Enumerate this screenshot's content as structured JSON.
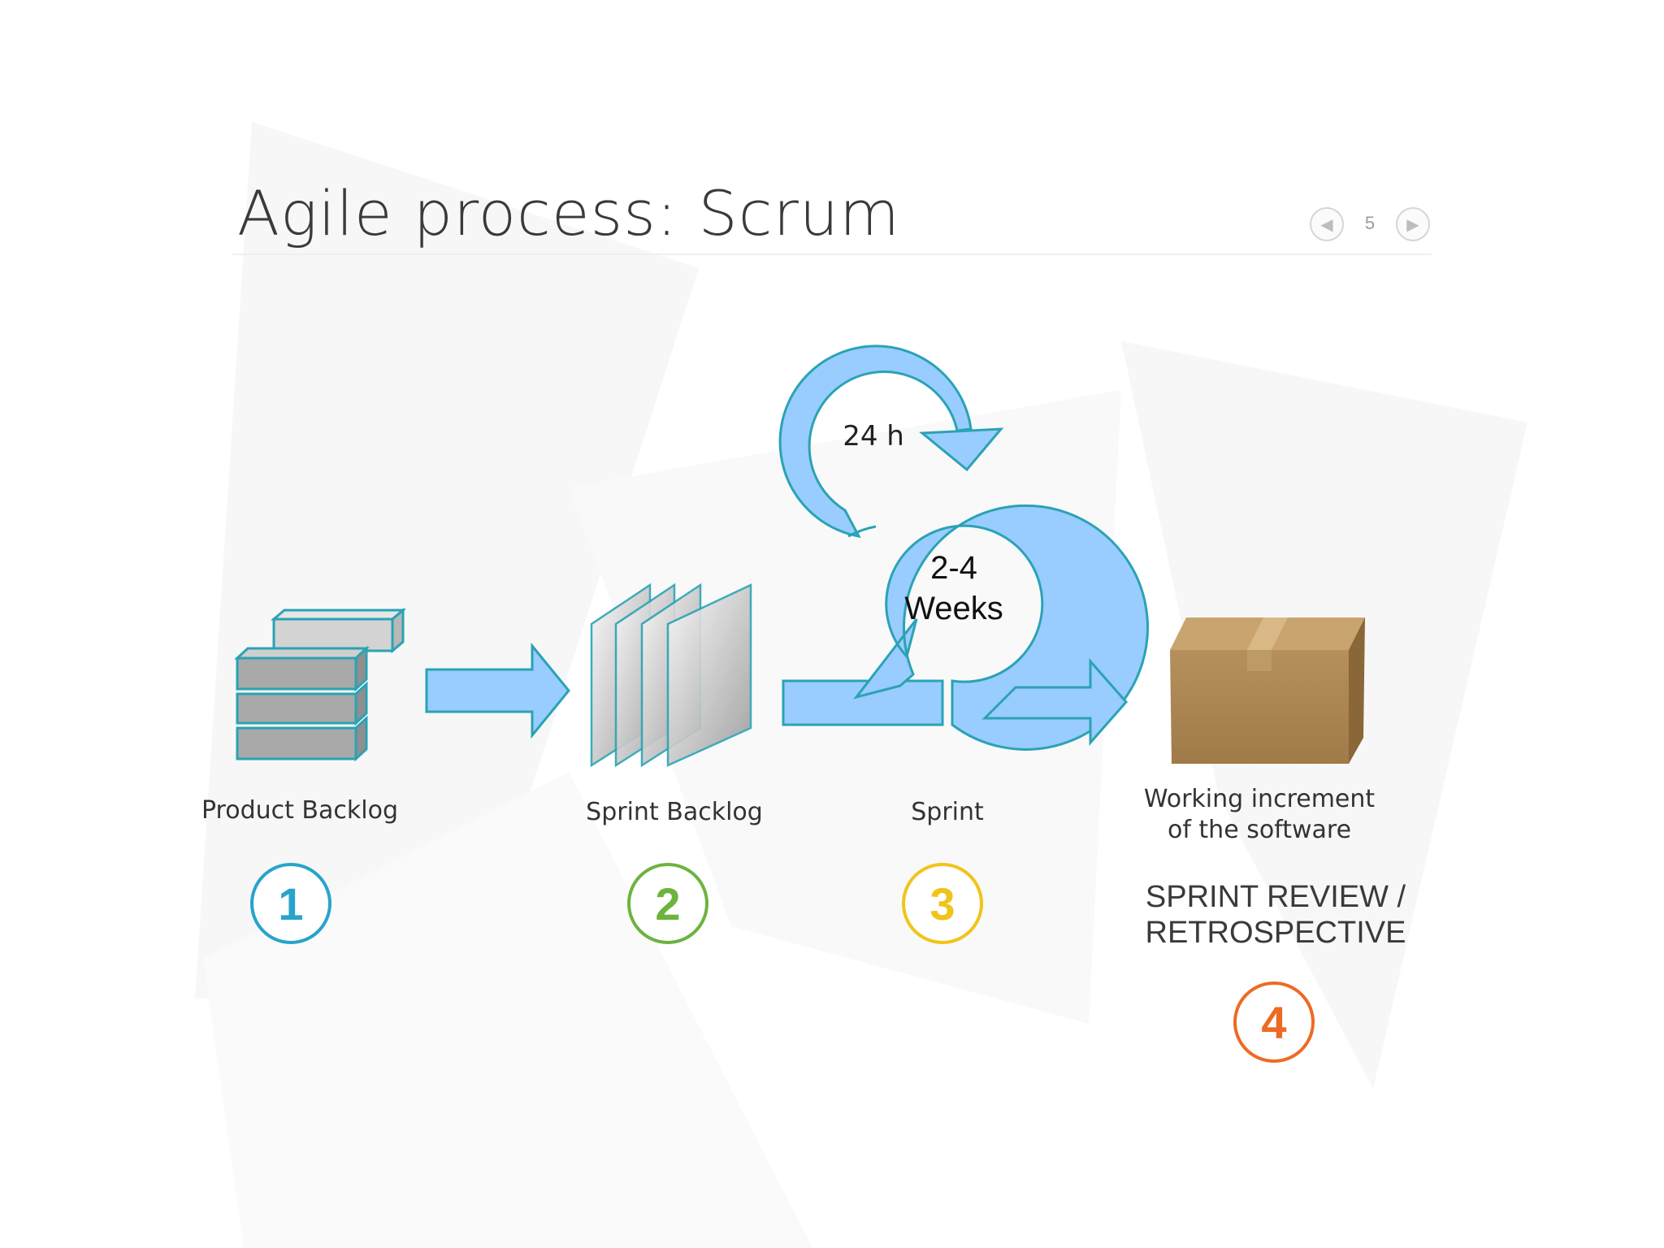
{
  "slide": {
    "title": "Agile process: Scrum",
    "page_number": "5",
    "prev_icon": "triangle-left-icon",
    "next_icon": "triangle-right-icon"
  },
  "diagram": {
    "loop_daily": "24 h",
    "loop_sprint_line1": "2-4",
    "loop_sprint_line2": "Weeks",
    "steps": [
      {
        "label": "Product Backlog",
        "number": "1",
        "color": "#29a3cc",
        "icon": "backlog-stack-icon"
      },
      {
        "label": "Sprint Backlog",
        "number": "2",
        "color": "#6db33f",
        "icon": "sprint-pages-icon"
      },
      {
        "label": "Sprint",
        "number": "3",
        "color": "#f0c419",
        "icon": "sprint-cycle-icon"
      },
      {
        "label_line1": "Working increment",
        "label_line2": "of the software",
        "number": "4",
        "color": "#ee6a23",
        "icon": "package-box-icon"
      }
    ],
    "review_line1": "SPRINT  REVIEW /",
    "review_line2": "RETROSPECTIVE"
  },
  "colors": {
    "arrow_fill": "#99ccff",
    "arrow_stroke": "#2aa3b4"
  }
}
